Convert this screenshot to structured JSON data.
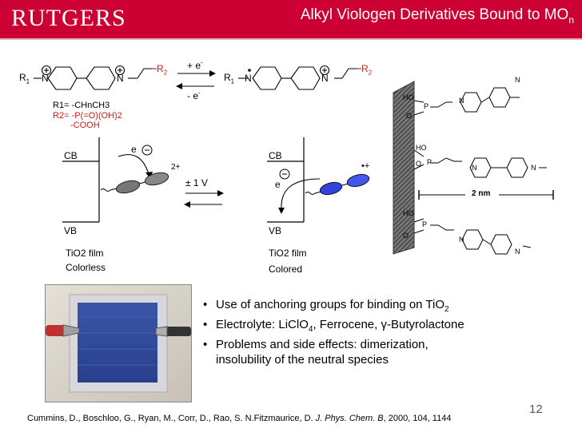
{
  "header": {
    "logo": "RUTGERS",
    "title_main": "Alkyl Viologen Derivatives Bound to MO",
    "title_sub": "n"
  },
  "scheme": {
    "left_r1": "R",
    "left_r1_sub": "1",
    "left_r2": "R",
    "left_r2_sub": "2",
    "right_r1": "R",
    "right_r1_sub": "1",
    "right_r2": "R",
    "right_r2_sub": "2",
    "n_label": "N",
    "plus_e": "+ e",
    "minus_e": "- e",
    "e_sup": "-",
    "r1_def": "R1= -CHnCH3",
    "r2_def1": "R2= -P(=O)(OH)2",
    "r2_def2": "-COOH"
  },
  "diagram_left": {
    "cb": "CB",
    "vb": "VB",
    "e": "e",
    "charge": "2+",
    "film": "TiO2 film",
    "state": "Colorless"
  },
  "diagram_mid": {
    "voltage": "± 1 V"
  },
  "diagram_right": {
    "cb": "CB",
    "vb": "VB",
    "e": "e",
    "charge": "•+",
    "film": "TiO2 film",
    "state": "Colored"
  },
  "surface": {
    "ho": "HO",
    "o": "O",
    "p": "P",
    "n": "N",
    "distance": "2 nm"
  },
  "bullets": [
    {
      "pre": "Use of anchoring groups for binding on TiO",
      "sub": "2",
      "post": ""
    },
    {
      "pre": "Electrolyte: LiClO",
      "sub": "4",
      "post": ", Ferrocene, γ-Butyrolactone"
    },
    {
      "pre": "Problems and side effects: dimerization, insolubility of the neutral species",
      "sub": "",
      "post": ""
    }
  ],
  "citation": {
    "authors": "Cummins, D., Boschloo, G., Ryan, M., Corr, D., Rao, S. N.Fitzmaurice, D. ",
    "journal": "J. Phys. Chem. B",
    "details": ", 2000, 104, 1144"
  },
  "page_number": "12",
  "colors": {
    "header_red": "#cc0033",
    "r2_red": "#cc1a1a",
    "reduced_blue": "#3344dd"
  }
}
